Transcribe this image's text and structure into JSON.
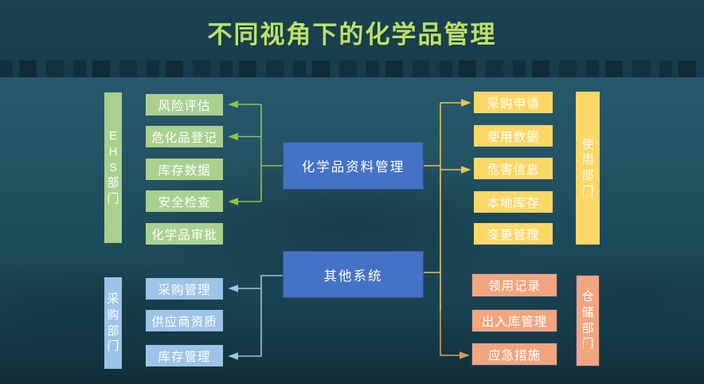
{
  "slide": {
    "title": "不同视角下的化学品管理"
  },
  "colors": {
    "background_teal": "#1d4959",
    "title_text": "#bfe169",
    "green_fill": "#a9d08e",
    "green_line": "#8fc63f",
    "center_blue_fill": "#4472c4",
    "light_blue_fill": "#9dc3e6",
    "yellow_fill": "#fbd768",
    "yellow_line": "#e8c64f",
    "salmon_fill": "#f2a57f",
    "salmon_border": "#2b4a78",
    "orange_line": "#d89a62",
    "node_text": "#ffffff"
  },
  "center": {
    "chemical_data_management": "化学品资料管理",
    "other_systems": "其他系统"
  },
  "ehs": {
    "bar_label": "EHS部门",
    "bar_chars": [
      "E",
      "H",
      "S",
      "部",
      "门"
    ],
    "items": [
      "风险评估",
      "危化品登记",
      "库存数据",
      "安全检查",
      "化学品审批"
    ]
  },
  "procurement": {
    "bar_label": "采购部门",
    "bar_chars": [
      "采",
      "购",
      "部",
      "门"
    ],
    "items": [
      "采购管理",
      "供应商资质",
      "库存管理"
    ]
  },
  "usage": {
    "bar_label": "使用部门",
    "bar_chars": [
      "使",
      "用",
      "部",
      "门"
    ],
    "items": [
      "采购申请",
      "使用数据",
      "危害信息",
      "本地库存",
      "变更管理"
    ]
  },
  "warehouse": {
    "bar_label": "仓储部门",
    "bar_chars": [
      "仓",
      "储",
      "部",
      "门"
    ],
    "items": [
      "领用记录",
      "出入库管理",
      "应急措施"
    ]
  }
}
